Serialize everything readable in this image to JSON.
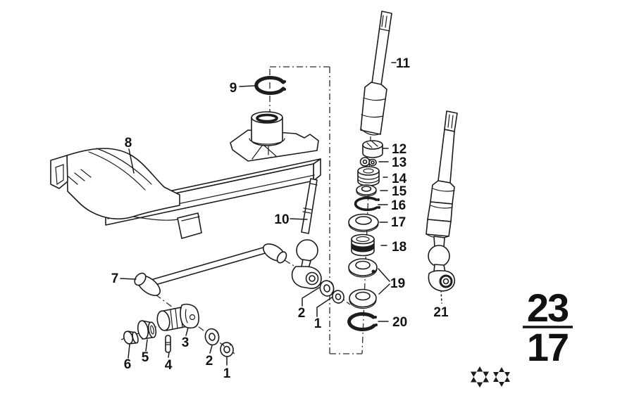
{
  "page": {
    "background": "#ffffff",
    "ink": "#1c1c1c"
  },
  "diagram": {
    "type": "exploded-parts-diagram",
    "callouts": [
      {
        "label": "9"
      },
      {
        "label": "8"
      },
      {
        "label": "11"
      },
      {
        "label": "12"
      },
      {
        "label": "13"
      },
      {
        "label": "14"
      },
      {
        "label": "15"
      },
      {
        "label": "16"
      },
      {
        "label": "17"
      },
      {
        "label": "18"
      },
      {
        "label": "19"
      },
      {
        "label": "20"
      },
      {
        "label": "21"
      },
      {
        "label": "10"
      },
      {
        "label": "7"
      },
      {
        "label": "6"
      },
      {
        "label": "5"
      },
      {
        "label": "4"
      },
      {
        "label": "3"
      },
      {
        "label": "2"
      },
      {
        "label": "1"
      },
      {
        "label": "2"
      },
      {
        "label": "1"
      }
    ],
    "plate": {
      "numerator": "23",
      "denominator": "17"
    },
    "stars": {
      "icon": "six-pointed-star",
      "count": 2
    }
  }
}
